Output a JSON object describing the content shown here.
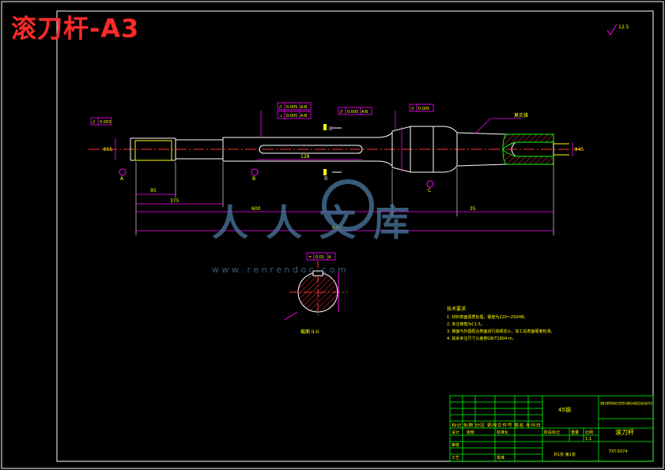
{
  "drawing_title": "滚刀杆-A3",
  "watermark": {
    "logo_text": "人人文库",
    "url": "w w w . r e n r e n d o c . c o m"
  },
  "roughness_corner": "12.5",
  "section_label": "截面 II-II",
  "section_marks": {
    "upper": "II",
    "lower": "II"
  },
  "datum_labels": [
    "A",
    "B",
    "C"
  ],
  "tolerance_frames": [
    {
      "id": "tf1",
      "items": [
        "//",
        "0.003"
      ]
    },
    {
      "id": "tf2",
      "items": [
        "//",
        "0.005",
        "A-B"
      ]
    },
    {
      "id": "tf3",
      "items": [
        "⊥",
        "0.005",
        "A-B"
      ]
    },
    {
      "id": "tf4",
      "items": [
        "//",
        "0.005",
        "A-B"
      ]
    },
    {
      "id": "tf5",
      "items": [
        "//",
        "0.005"
      ]
    },
    {
      "id": "tf6",
      "items": [
        "=",
        "0.01",
        "A"
      ]
    }
  ],
  "callouts": {
    "thread": "莫氏锥"
  },
  "dimensions": {
    "d1": "95",
    "d2": "375",
    "d3": "128",
    "d4": "600",
    "d5": "35",
    "d6": "640",
    "dia_left": "Φ55",
    "dia_right": "Φ45"
  },
  "tech_requirements": {
    "title": "技术要求",
    "lines": [
      "1. 材料表面调质处理，硬度为220～250HB。",
      "2. 未注倒角为C1.5。",
      "3. 锥面与外圆配合表面进行高频淬火，加工后表面硬度检测。",
      "4. 其余未注尺寸公差按GB/T1804-m。"
    ]
  },
  "title_block": {
    "material": "45钢",
    "school": "湖南文理学院机械工程学院 机械设计制造及其自动化专业",
    "part_name": "滚刀杆",
    "drawing_no": "TXT-5074",
    "scale": "1:1",
    "header_row": "标记 处数 分区 更改文件号 签名 年月日",
    "row_design": "设计",
    "designer": "张晓",
    "std": "标准化",
    "review": "审核",
    "process": "工艺",
    "approve": "批准",
    "stage": "阶段标记",
    "weight": "重量",
    "ratio": "比例",
    "sheets": "共1张 第1张"
  },
  "colors": {
    "background": "#000000",
    "frame": "#ffffff",
    "outline": "#ffffff",
    "dimension": "#ff00ff",
    "text": "#ffff00",
    "centerline": "#ff3030",
    "title_block": "#00ff00",
    "hatch": "#ff3030",
    "watermark": "#4a7aa0"
  }
}
